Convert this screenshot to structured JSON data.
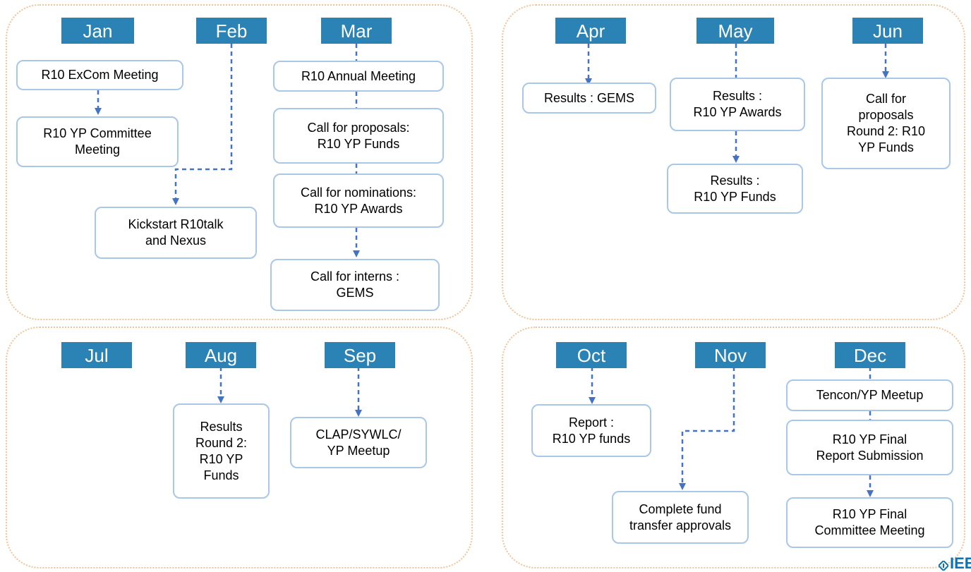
{
  "quadrants": {
    "q1": {
      "months": {
        "jan": "Jan",
        "feb": "Feb",
        "mar": "Mar"
      },
      "items": {
        "jan_excom": "R10 ExCom Meeting",
        "jan_yp_committee": "R10 YP Committee\nMeeting",
        "feb_kickstart": "Kickstart R10talk\nand Nexus",
        "mar_annual": "R10 Annual Meeting",
        "mar_call_proposals": "Call for proposals:\nR10 YP Funds",
        "mar_call_nominations": "Call for nominations:\nR10 YP Awards",
        "mar_call_interns": "Call for interns :\nGEMS"
      }
    },
    "q2": {
      "months": {
        "apr": "Apr",
        "may": "May",
        "jun": "Jun"
      },
      "items": {
        "apr_results_gems": "Results : GEMS",
        "may_results_awards": "Results :\nR10 YP Awards",
        "may_results_funds": "Results :\nR10 YP Funds",
        "jun_call_round2": "Call for\nproposals\nRound 2: R10\nYP Funds"
      }
    },
    "q3": {
      "months": {
        "jul": "Jul",
        "aug": "Aug",
        "sep": "Sep"
      },
      "items": {
        "aug_results_round2": "Results\nRound 2:\nR10 YP\nFunds",
        "sep_clap": "CLAP/SYWLC/\nYP Meetup"
      }
    },
    "q4": {
      "months": {
        "oct": "Oct",
        "nov": "Nov",
        "dec": "Dec"
      },
      "items": {
        "oct_report": "Report :\nR10 YP funds",
        "nov_fund_transfer": "Complete fund\ntransfer approvals",
        "dec_tencon": "Tencon/YP Meetup",
        "dec_final_report": "R10 YP Final\nReport Submission",
        "dec_final_committee": "R10 YP Final\nCommittee Meeting"
      }
    }
  },
  "colors": {
    "month_fill": "#2b83b5",
    "node_border": "#a9c7e6",
    "quadrant_border": "#f2c39a",
    "connector": "#4472c4"
  },
  "logo": {
    "text": "IEE",
    "icon": "ieee-logo-icon"
  }
}
